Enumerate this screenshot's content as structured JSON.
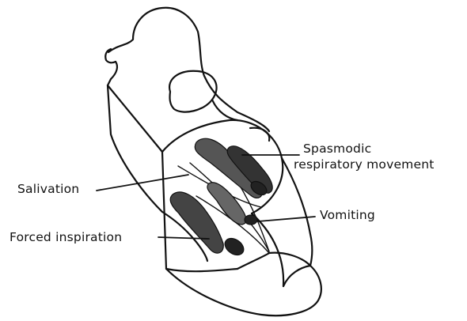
{
  "labels": {
    "spasmodic_line1": "Spasmodic",
    "spasmodic_line2": "respiratory movement",
    "salivation": "Salivation",
    "vomiting": "Vomiting",
    "forced_inspiration": "Forced inspiration"
  },
  "colors": {
    "ink": "#111111",
    "background": "#ffffff"
  }
}
